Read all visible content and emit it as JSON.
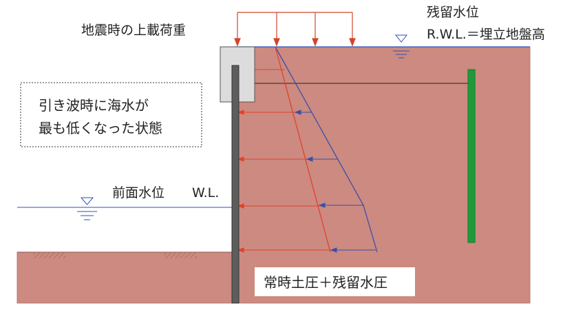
{
  "labels": {
    "surcharge": "地震時の上載荷重",
    "residual_water_level": "残留水位",
    "rwl_definition": "R.W.L.＝埋立地盤高",
    "condition_line1": "引き波時に海水が",
    "condition_line2": "最も低くなった状態",
    "front_water_level_jp": "前面水位",
    "front_water_level_abbr": "W.L.",
    "pressure_caption": "常時土圧＋残留水圧"
  },
  "colors": {
    "soil_fill": "#cc8a80",
    "soil_edge": "#8a5a52",
    "wall": "#5d5d5d",
    "cap": "#dcdcdc",
    "anchor_wall": "#1f9a3a",
    "earth_pressure_red": "#e2412c",
    "water_pressure_blue": "#3a4fa8",
    "water_line": "#2f4fb5",
    "callout_border": "#333333"
  },
  "icons": {
    "water_level_marker": "inverted-triangle-icon",
    "load_arrow": "down-arrow-icon",
    "pressure_arrow": "left-arrow-icon"
  }
}
